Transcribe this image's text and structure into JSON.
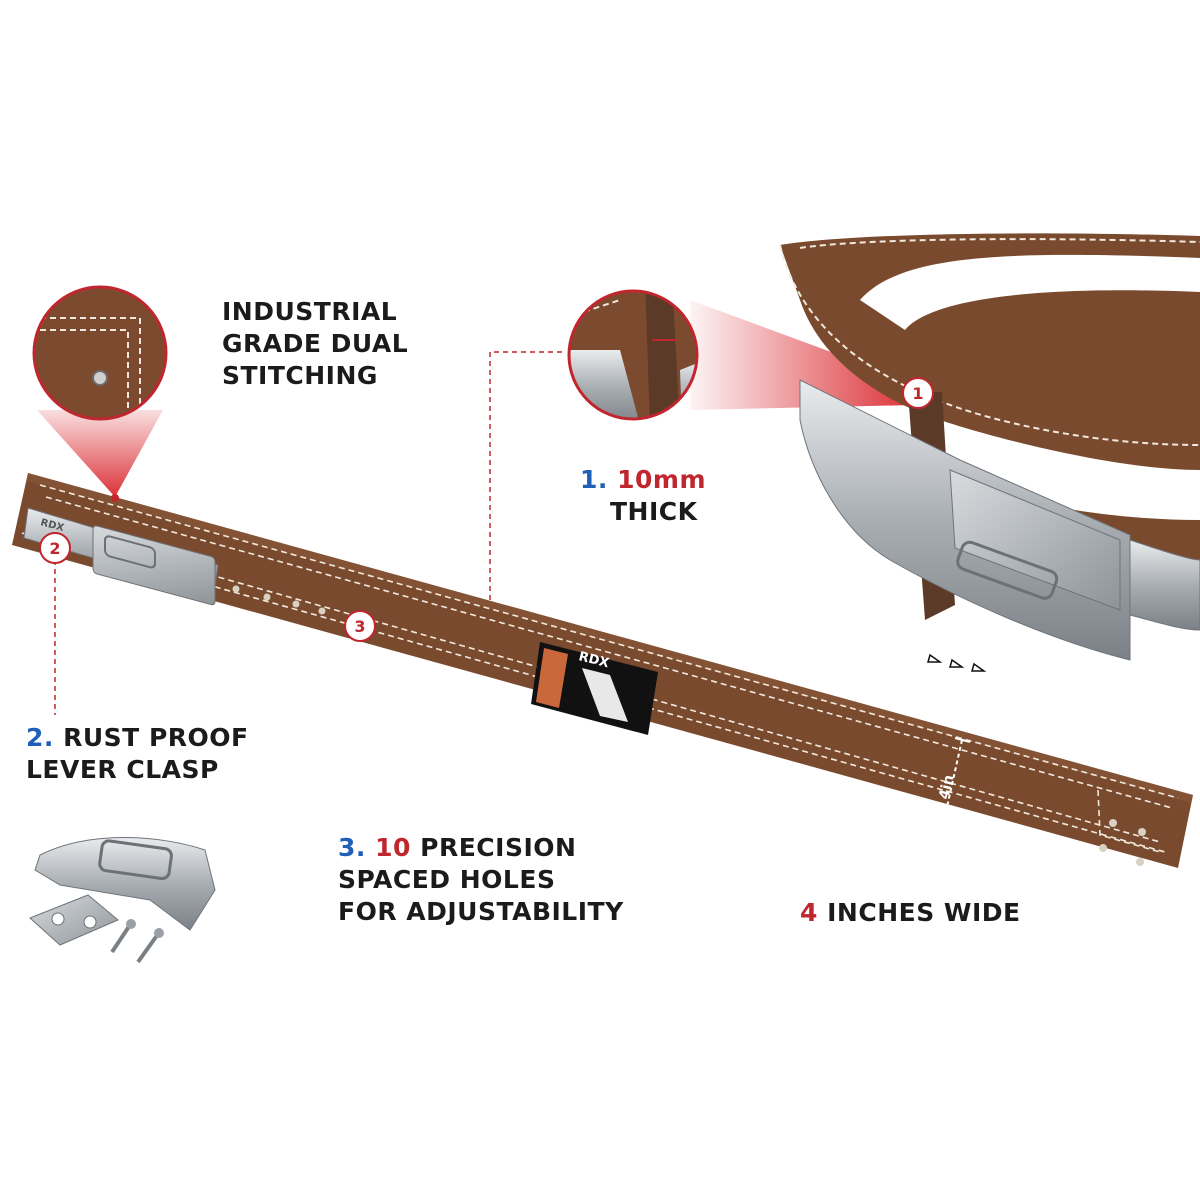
{
  "features": {
    "stitching": {
      "line1": "INDUSTRIAL",
      "line2": "GRADE DUAL",
      "line3": "STITCHING"
    },
    "thickness": {
      "number": "1.",
      "value": "10mm",
      "line2": "THICK"
    },
    "clasp": {
      "number": "2.",
      "line1_rest": "RUST PROOF",
      "line2": "LEVER CLASP"
    },
    "holes": {
      "number": "3.",
      "count": "10",
      "line1_rest": "PRECISION",
      "line2": "SPACED HOLES",
      "line3": "FOR ADJUSTABILITY"
    },
    "width": {
      "value": "4",
      "rest": "INCHES WIDE",
      "belt_label": "4in"
    }
  },
  "markers": [
    "1",
    "2",
    "3"
  ],
  "brand": {
    "logo_text": "RDX"
  },
  "colors": {
    "leather": "#7a4a2e",
    "stitch": "#f1e9dd",
    "accent_red": "#c0262d",
    "accent_blue": "#1f5fb8",
    "steel": "#bfc3c7"
  }
}
